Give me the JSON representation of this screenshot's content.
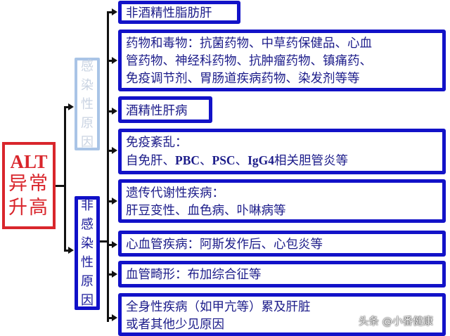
{
  "root": {
    "line1": "ALT",
    "line2": "异常",
    "line3": "升高",
    "color": "#d9262c"
  },
  "categories": {
    "infectious": {
      "chars": [
        "感",
        "染",
        "性",
        "原",
        "因"
      ],
      "border_color": "#a9c4e6"
    },
    "non_infectious": {
      "chars": [
        "非",
        "感",
        "染",
        "性",
        "原",
        "因"
      ],
      "border_color": "#1010c8"
    }
  },
  "causes": [
    {
      "lines": [
        "非酒精性脂肪肝"
      ]
    },
    {
      "lines": [
        "药物和毒物：抗菌药物、中草药保健品、心血",
        "管药物、神经科药物、抗肿瘤药物、镇痛药、",
        "免疫调节剂、胃肠道疾病药物、染发剂等等"
      ]
    },
    {
      "lines": [
        "酒精性肝病"
      ]
    },
    {
      "lines": [
        "免疫紊乱："
      ],
      "line2_parts": [
        "自免肝、",
        "PBC",
        "、",
        "PSC",
        "、",
        "IgG4",
        "相关胆管炎等"
      ]
    },
    {
      "lines": [
        "遗传代谢性疾病：",
        "肝豆变性、血色病、卟啉病等"
      ]
    },
    {
      "lines": [
        "心血管疾病：阿斯发作后、心包炎等"
      ]
    },
    {
      "lines": [
        "血管畸形：布加综合征等"
      ]
    },
    {
      "lines": [
        "全身性疾病（如甲亢等）累及肝脏",
        "或者其他少见原因"
      ]
    }
  ],
  "watermark": "头条 @小番健康",
  "box_border_color": "#1212c8",
  "text_color": "#1c1c8a"
}
